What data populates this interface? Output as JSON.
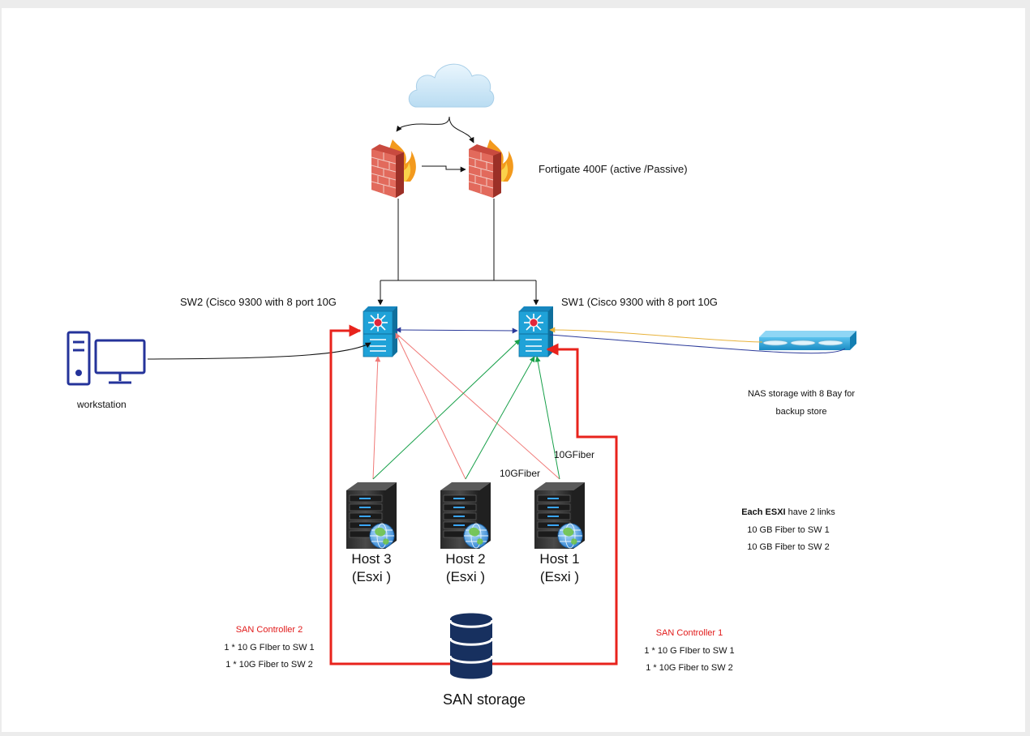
{
  "labels": {
    "firewall": "Fortigate 400F (active /Passive)",
    "sw2": "SW2 (Cisco 9300 with 8 port 10G",
    "sw1": "SW1 (Cisco 9300 with 8 port 10G",
    "workstation": "workstation",
    "nas_line1": "NAS storage with 8 Bay for",
    "nas_line2": "backup store",
    "fiber_a": "10GFiber",
    "fiber_b": "10GFiber",
    "host3_name": "Host 3",
    "host3_type": "(Esxi )",
    "host2_name": "Host 2",
    "host2_type": "(Esxi )",
    "host1_name": "Host 1",
    "host1_type": "(Esxi )",
    "esxi_note_bold": "Each ESXI",
    "esxi_note_rest": " have 2 links",
    "esxi_note_line2": "10 GB Fiber to SW 1",
    "esxi_note_line3": "10 GB Fiber to SW 2",
    "san_ctrl2_title": "SAN Controller 2",
    "san_ctrl2_line1": "1 * 10 G FIber to SW 1",
    "san_ctrl2_line2": "1 * 10G Fiber to SW 2",
    "san_ctrl1_title": "SAN Controller 1",
    "san_ctrl1_line1": "1 * 10 G FIber to SW 1",
    "san_ctrl1_line2": "1 * 10G Fiber to SW 2",
    "san_storage": "SAN storage"
  },
  "icons": [
    "cloud-icon",
    "firewall-icon",
    "switch-icon",
    "workstation-icon",
    "nas-storage-icon",
    "server-icon",
    "database-icon"
  ],
  "colors": {
    "switch": "#1fa2d8",
    "host_to_sw2_link": "#f07a78",
    "host_to_sw1_link": "#18a04a",
    "san_link": "#e8231c",
    "nas_link_yellow": "#e8b23a",
    "nas_link_blue": "#2b3a9a",
    "device_navy": "#24339a",
    "controller_label": "#e11a1a"
  }
}
